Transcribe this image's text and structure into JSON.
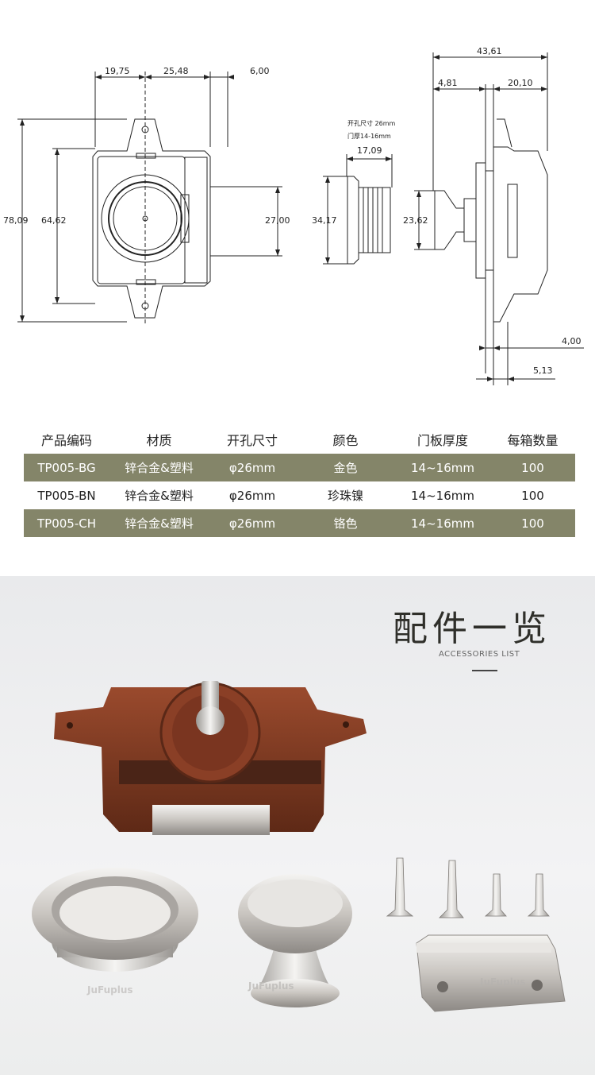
{
  "drawing": {
    "front": {
      "dim_top": [
        "19,75",
        "25,48",
        "6,00"
      ],
      "dim_left_outer": "78,09",
      "dim_left_inner": "64,62",
      "dim_right": "27,00"
    },
    "ring": {
      "note_hole": "开孔尺寸 26mm",
      "note_thickness": "门厚14-16mm",
      "dim_width": "17,09",
      "dim_height": "34,17"
    },
    "side": {
      "dim_total": "43,61",
      "dim_left": "4,81",
      "dim_right": "20,10",
      "dim_knob": "23,62",
      "dim_b1": "4,00",
      "dim_b2": "5,13"
    }
  },
  "spec_table": {
    "headers": [
      "产品编码",
      "材质",
      "开孔尺寸",
      "颜色",
      "门板厚度",
      "每箱数量"
    ],
    "rows": [
      [
        "TP005-BG",
        "锌合金&塑料",
        "φ26mm",
        "金色",
        "14~16mm",
        "100"
      ],
      [
        "TP005-BN",
        "锌合金&塑料",
        "φ26mm",
        "珍珠镍",
        "14~16mm",
        "100"
      ],
      [
        "TP005-CH",
        "锌合金&塑料",
        "φ26mm",
        "铬色",
        "14~16mm",
        "100"
      ]
    ],
    "shade_color": "#848569"
  },
  "accessories": {
    "title": "配件一览",
    "subtitle": "ACCESSORIES LIST",
    "watermark": "JuFuplus",
    "lock_color": "#7a3a24",
    "metal_color": "#c9c5c0"
  }
}
